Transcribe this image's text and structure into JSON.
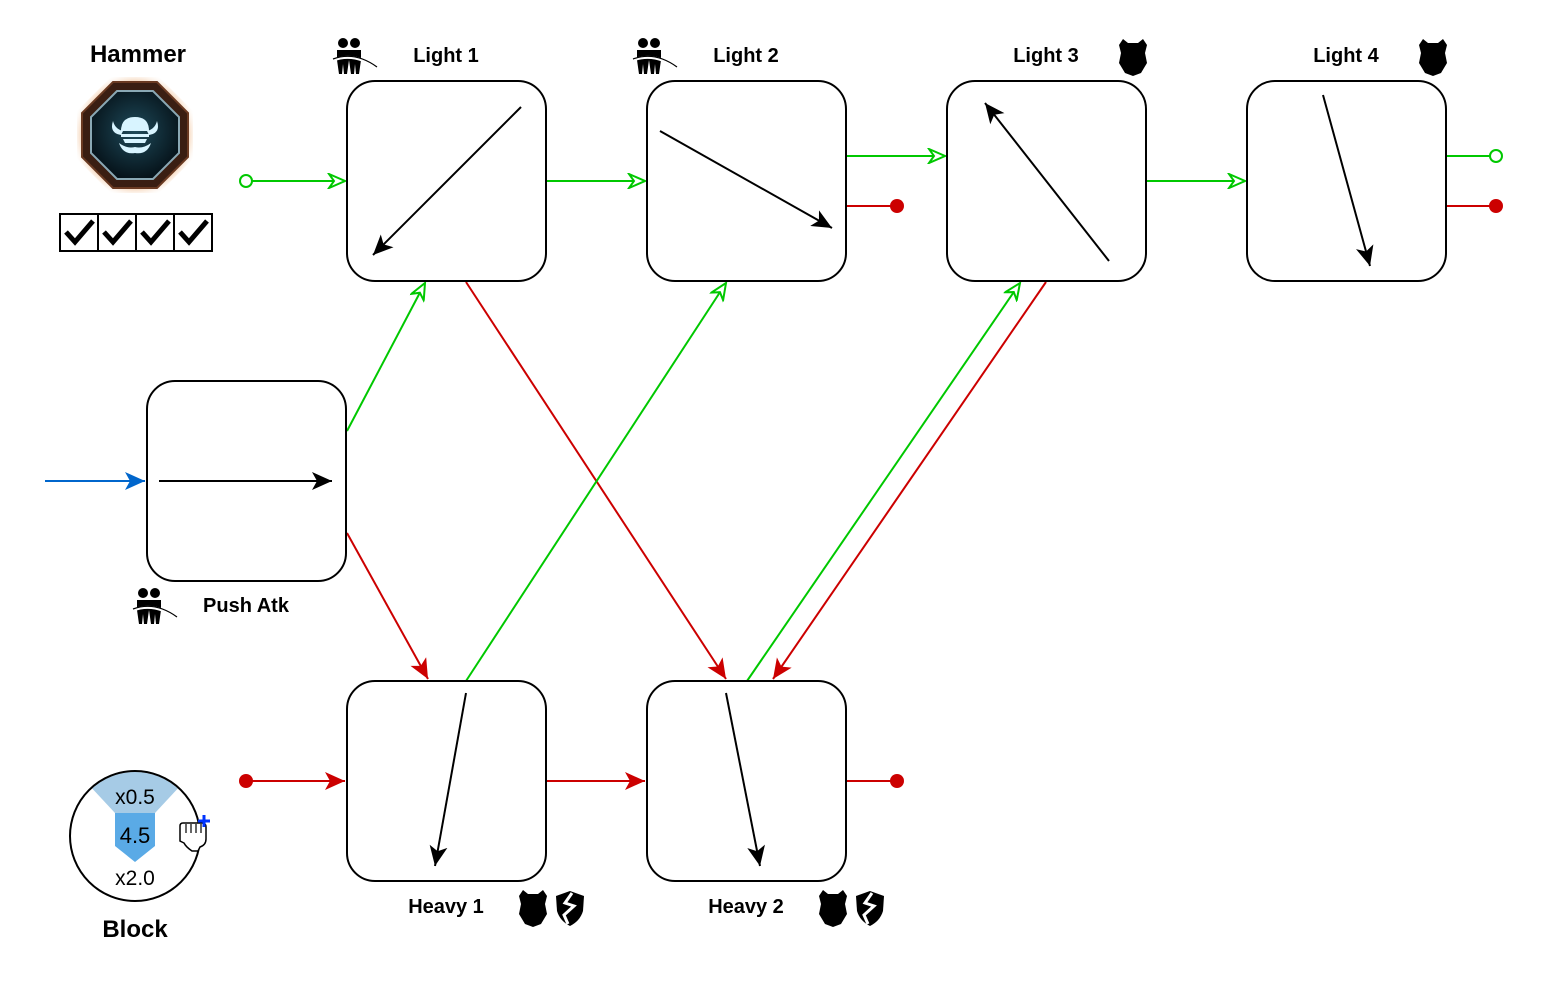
{
  "weapon": {
    "name": "Hammer",
    "emblem_icon": "viking-helmet-emblem-icon",
    "checks": [
      true,
      true,
      true,
      true
    ]
  },
  "colors": {
    "success": "#00c800",
    "fail": "#cc0000",
    "entry": "#0066cc",
    "block_light": "#a6cbe6",
    "block_dark": "#5aaae6",
    "plus": "#0033ff"
  },
  "nodes": {
    "light1": {
      "label": "Light 1",
      "icons": [
        "dodge-attack-icon"
      ],
      "direction": "down-left"
    },
    "light2": {
      "label": "Light 2",
      "icons": [
        "dodge-attack-icon"
      ],
      "direction": "down-right"
    },
    "light3": {
      "label": "Light 3",
      "icons": [
        "armor-icon"
      ],
      "direction": "up-left"
    },
    "light4": {
      "label": "Light 4",
      "icons": [
        "armor-icon"
      ],
      "direction": "down"
    },
    "push": {
      "label": "Push Atk",
      "icons": [
        "dodge-attack-icon"
      ],
      "direction": "right"
    },
    "heavy1": {
      "label": "Heavy 1",
      "icons": [
        "armor-icon",
        "armor-break-icon"
      ],
      "direction": "down"
    },
    "heavy2": {
      "label": "Heavy 2",
      "icons": [
        "armor-icon",
        "armor-break-icon"
      ],
      "direction": "down"
    }
  },
  "block": {
    "label": "Block",
    "top": "x0.5",
    "middle": "4.5",
    "bottom": "x2.0",
    "icon": "fist-plus-icon"
  },
  "edges": [
    {
      "from": "start",
      "to": "light1",
      "type": "success"
    },
    {
      "from": "light1",
      "to": "light2",
      "type": "success"
    },
    {
      "from": "light2",
      "to": "light3",
      "type": "success"
    },
    {
      "from": "light3",
      "to": "light4",
      "type": "success"
    },
    {
      "from": "light4",
      "to": "end",
      "type": "success"
    },
    {
      "from": "light2",
      "to": "end",
      "type": "fail"
    },
    {
      "from": "light4",
      "to": "end",
      "type": "fail"
    },
    {
      "from": "entry",
      "to": "push",
      "type": "entry"
    },
    {
      "from": "push",
      "to": "light1",
      "type": "success"
    },
    {
      "from": "push",
      "to": "heavy1",
      "type": "fail"
    },
    {
      "from": "light1",
      "to": "heavy2",
      "type": "fail"
    },
    {
      "from": "heavy1",
      "to": "light2",
      "type": "success"
    },
    {
      "from": "heavy2",
      "to": "light3",
      "type": "success"
    },
    {
      "from": "light3",
      "to": "heavy2",
      "type": "fail"
    },
    {
      "from": "start",
      "to": "heavy1",
      "type": "fail"
    },
    {
      "from": "heavy1",
      "to": "heavy2",
      "type": "fail"
    },
    {
      "from": "heavy2",
      "to": "end",
      "type": "fail"
    }
  ]
}
